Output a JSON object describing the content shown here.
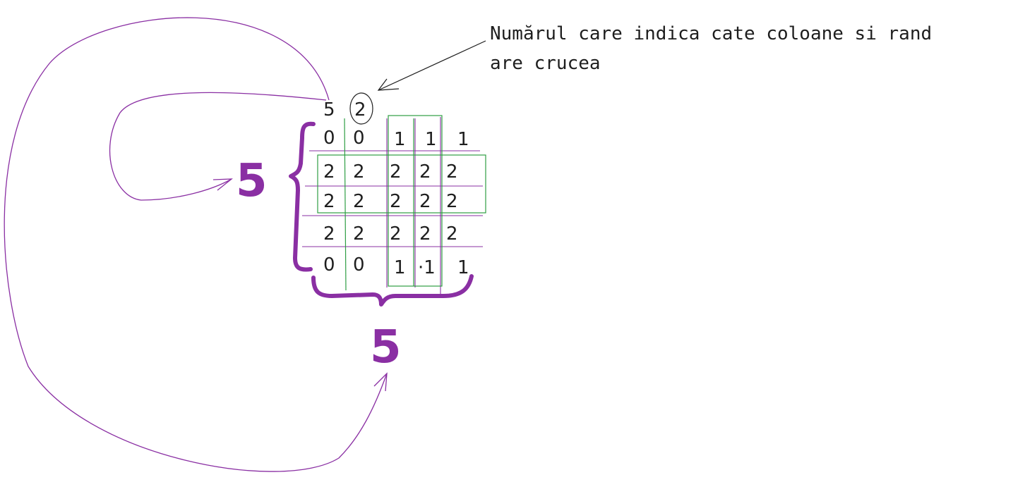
{
  "header": {
    "n": "5",
    "k": "2"
  },
  "matrix": {
    "rows": [
      [
        "0",
        "0",
        "1",
        "1",
        "1"
      ],
      [
        "2",
        "2",
        "2",
        "2",
        "2"
      ],
      [
        "2",
        "2",
        "2",
        "2",
        "2"
      ],
      [
        "2",
        "2",
        "2",
        "2",
        "2"
      ],
      [
        "0",
        "0",
        "1",
        "·1",
        "1"
      ]
    ]
  },
  "labels": {
    "rows_count": "5",
    "cols_count": "5"
  },
  "annotation": {
    "line1": "Numărul care indica cate coloane si rand",
    "line2": "are crucea"
  },
  "colors": {
    "purple": "#8a2fa3",
    "green": "#2f9e44",
    "ink": "#1e1e1e"
  }
}
